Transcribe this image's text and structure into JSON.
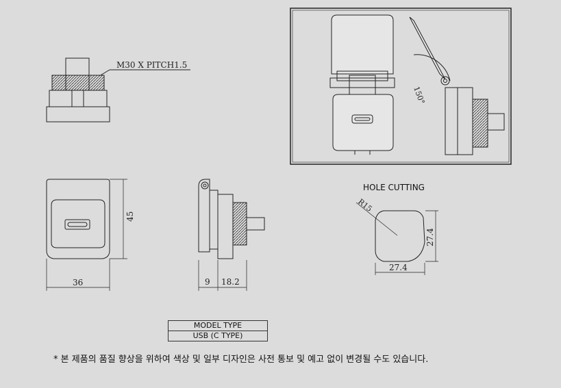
{
  "labels": {
    "thread": "M30 X PITCH1.5",
    "angle": "150°",
    "height": "45",
    "width": "36",
    "depth_a": "9",
    "depth_b": "18.2",
    "hole_title": "HOLE CUTTING",
    "radius": "R15",
    "hole_w": "27.4",
    "hole_h": "27.4"
  },
  "model_table": {
    "header": "MODEL TYPE",
    "value": "USB (C TYPE)"
  },
  "footnote": "* 본 제품의 품질 향상을 위하여 색상 및 일부 디자인은 사전 통보 및 예고 없이 변경될 수도 있습니다."
}
